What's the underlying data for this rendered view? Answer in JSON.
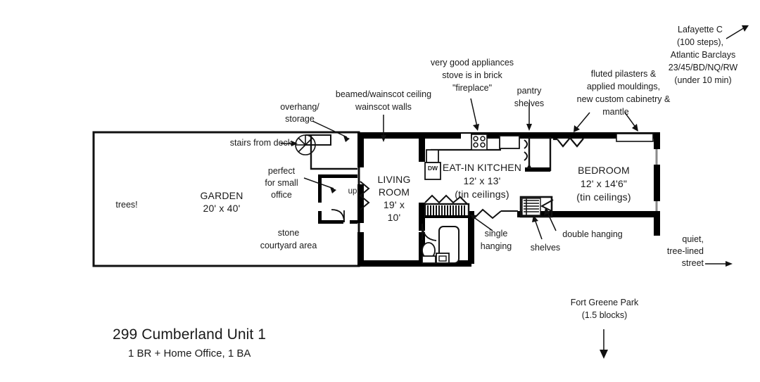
{
  "title": {
    "address": "299 Cumberland Unit 1",
    "subtitle": "1 BR + Home Office, 1 BA"
  },
  "rooms": [
    {
      "id": "garden",
      "name": "GARDEN",
      "dims": "20' x 40'",
      "note": ""
    },
    {
      "id": "living",
      "name": "LIVING",
      "name2": "ROOM",
      "dims": "19' x",
      "dims2": "10'",
      "note": ""
    },
    {
      "id": "kitchen",
      "name": "EAT-IN KITCHEN",
      "dims": "12' x 13'",
      "note": "(tin ceilings)"
    },
    {
      "id": "bedroom",
      "name": "BEDROOM",
      "dims": "12' x 14'6\"",
      "note": "(tin ceilings)"
    }
  ],
  "annotations": {
    "trees": "trees!",
    "stairs_from_deck": "stairs from deck",
    "overhang_storage_l1": "overhang/",
    "overhang_storage_l2": "storage",
    "beamed_ceiling_l1": "beamed/wainscot ceiling",
    "beamed_ceiling_l2": "wainscot walls",
    "perfect_office_l1": "perfect",
    "perfect_office_l2": "for small",
    "perfect_office_l3": "office",
    "stone_courtyard_l1": "stone",
    "stone_courtyard_l2": "courtyard area",
    "up": "up",
    "dw": "DW",
    "appliances_l1": "very good appliances",
    "appliances_l2": "stove is in brick",
    "appliances_l3": "\"fireplace\"",
    "pantry_l1": "pantry",
    "pantry_l2": "shelves",
    "pilasters_l1": "fluted pilasters &",
    "pilasters_l2": "applied mouldings,",
    "pilasters_l3": "new custom cabinetry &",
    "pilasters_l4": "mantle",
    "single_hanging_l1": "single",
    "single_hanging_l2": "hanging",
    "shelves": "shelves",
    "double_hanging": "double hanging"
  },
  "transit": {
    "line1": "Lafayette C",
    "line2": "(100 steps),",
    "line3": "Atlantic Barclays",
    "line4": "23/45/BD/NQ/RW",
    "line5": "(under 10 min)"
  },
  "street": {
    "line1": "quiet,",
    "line2": "tree-lined",
    "line3": "street"
  },
  "park": {
    "line1": "Fort Greene Park",
    "line2": "(1.5 blocks)"
  },
  "colors": {
    "ink": "#1a1a1a",
    "wall": "#000000",
    "thin_wall": "#111111",
    "window_gray": "#8a8a8a",
    "background": "#ffffff"
  }
}
